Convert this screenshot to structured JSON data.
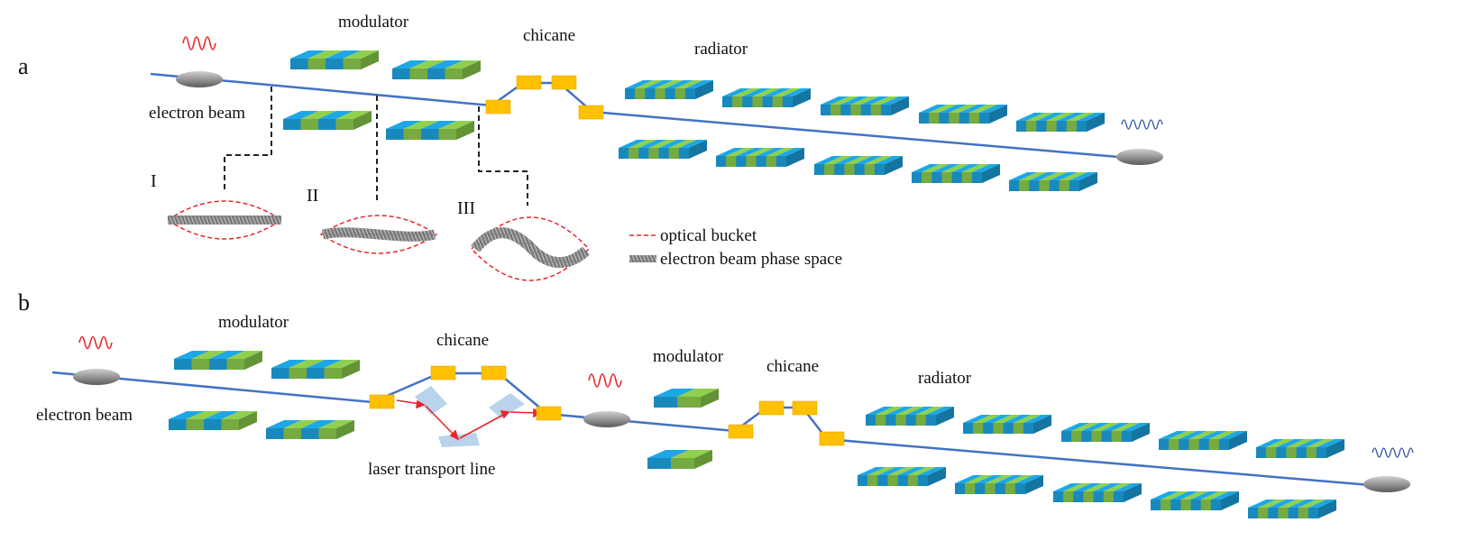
{
  "panels": {
    "a": {
      "panel_label": "a",
      "modulator_label": "modulator",
      "chicane_label": "chicane",
      "radiator_label": "radiator",
      "electron_beam_label": "electron beam",
      "stage_labels": [
        "I",
        "II",
        "III"
      ],
      "legend": {
        "optical_bucket": "optical bucket",
        "phase_space": "electron beam phase space"
      }
    },
    "b": {
      "panel_label": "b",
      "modulator1_label": "modulator",
      "chicane1_label": "chicane",
      "modulator2_label": "modulator",
      "chicane2_label": "chicane",
      "radiator_label": "radiator",
      "electron_beam_label": "electron beam",
      "laser_transport_label": "laser transport line"
    }
  },
  "colors": {
    "beam_line": "#4472c4",
    "undulator_blue": "#1ea7e6",
    "undulator_green": "#8fd14f",
    "magnet": "#ffc000",
    "seed_wave": "#e8262a",
    "output_wave": "#2e4fa0",
    "bucket": "#e8262a",
    "mirror": "#b9d3ec",
    "electron_bunch": "#8c8c8c"
  }
}
